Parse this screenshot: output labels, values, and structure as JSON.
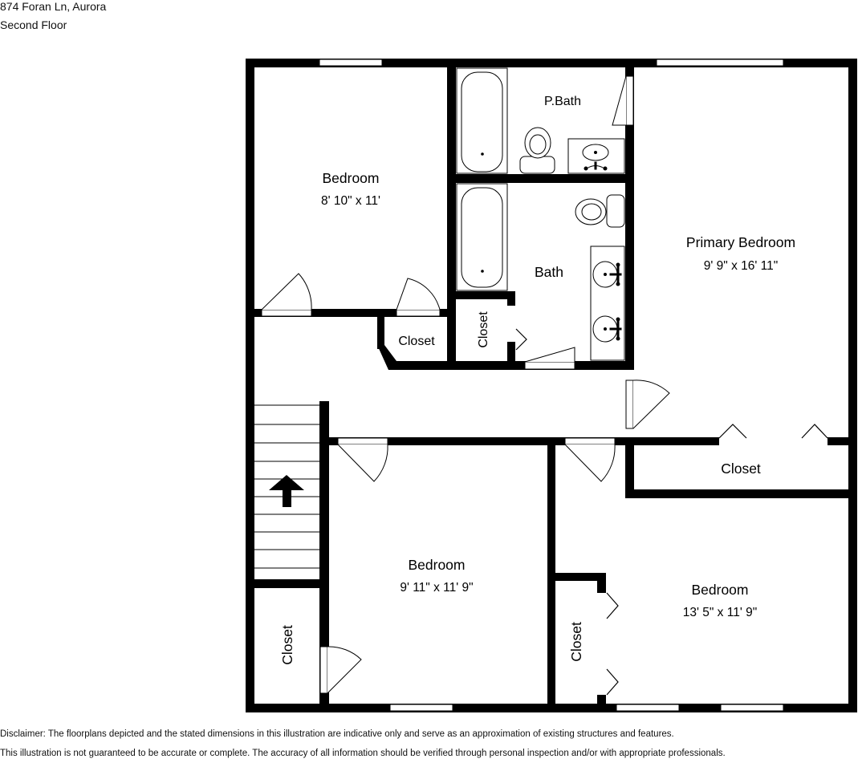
{
  "header": {
    "address": "874 Foran Ln, Aurora",
    "floor": "Second Floor"
  },
  "rooms": {
    "bedroom_nw": {
      "name": "Bedroom",
      "dims": "8' 10\" x 11'"
    },
    "pbath": {
      "name": "P.Bath"
    },
    "bath": {
      "name": "Bath"
    },
    "primary": {
      "name": "Primary Bedroom",
      "dims": "9' 9\" x 16' 11\""
    },
    "closet_hall": {
      "name": "Closet"
    },
    "closet_bath": {
      "name": "Closet"
    },
    "closet_primary": {
      "name": "Closet"
    },
    "bedroom_sw": {
      "name": "Bedroom",
      "dims": "9' 11\" x 11' 9\""
    },
    "bedroom_se": {
      "name": "Bedroom",
      "dims": "13' 5\" x 11' 9\""
    },
    "closet_sw": {
      "name": "Closet"
    },
    "closet_se": {
      "name": "Closet"
    }
  },
  "icons": {
    "stairs_arrow": "up-arrow-icon"
  },
  "disclaimer": {
    "line1": "Disclaimer: The floorplans depicted and the stated dimensions in this illustration are indicative only and serve as an approximation of existing structures and features.",
    "line2": "This illustration is not guaranteed to be accurate or complete. The accuracy of all information should be verified through personal inspection and/or with appropriate professionals."
  },
  "colors": {
    "wall": "#000000",
    "window": "#ffffff",
    "background": "#ffffff"
  }
}
